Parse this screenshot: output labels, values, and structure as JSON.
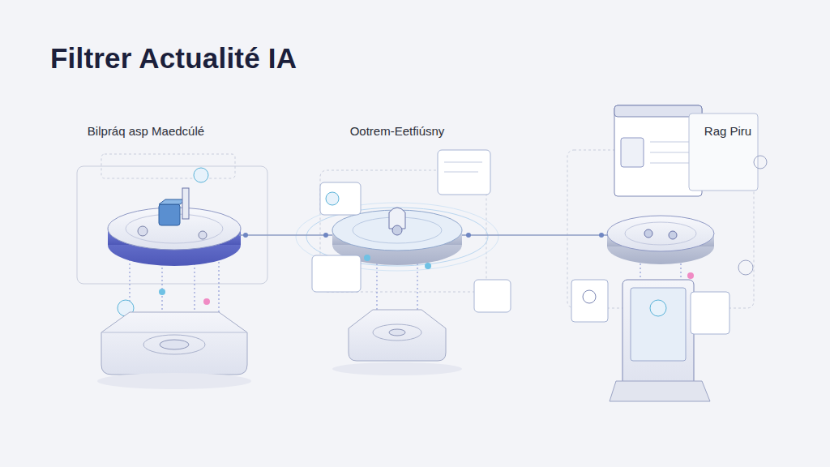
{
  "diagram": {
    "title": "Filtrer Actualité IA",
    "nodes": [
      {
        "text": [
          "Bilpráq asp Maedcúlé"
        ]
      },
      {
        "text": [
          "Ootrem-Eetfiúsny"
        ]
      },
      {
        "text": [
          "Rag Piru"
        ]
      }
    ],
    "edges": [
      {
        "from": 0,
        "to": 1,
        "arrow": "none"
      },
      {
        "from": 1,
        "to": 2,
        "arrow": "none"
      }
    ]
  }
}
